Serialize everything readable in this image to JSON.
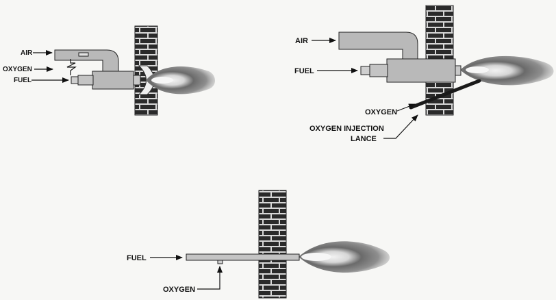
{
  "diagrams": {
    "a": {
      "labels": {
        "air": "AIR",
        "oxygen": "OXYGEN",
        "fuel": "FUEL"
      }
    },
    "b": {
      "labels": {
        "air": "AIR",
        "fuel": "FUEL",
        "oxygen": "OXYGEN",
        "lance_line1": "OXYGEN INJECTION",
        "lance_line2": "LANCE"
      }
    },
    "c": {
      "labels": {
        "fuel": "FUEL",
        "oxygen": "OXYGEN"
      }
    }
  },
  "colors": {
    "brick": "#2a2a2a",
    "mortar": "#d8d8d8",
    "pipe": "#b9b9b9",
    "outline": "#222222",
    "flame_outer": "#8c8c8c",
    "flame_mid": "#5e5e5e",
    "flame_core": "#ececec"
  }
}
